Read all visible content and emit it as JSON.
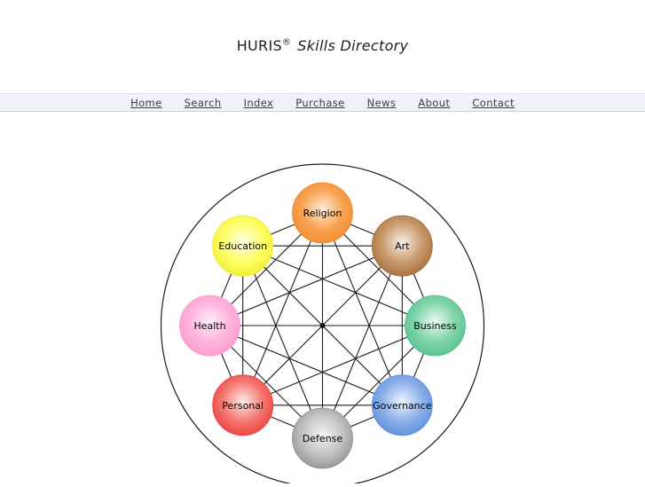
{
  "header": {
    "brand": "HURIS",
    "registered": "®",
    "subtitle": "Skills Directory"
  },
  "nav": {
    "items": [
      {
        "label": "Home"
      },
      {
        "label": "Search"
      },
      {
        "label": "Index"
      },
      {
        "label": "Purchase"
      },
      {
        "label": "News"
      },
      {
        "label": "About"
      },
      {
        "label": "Contact"
      }
    ]
  },
  "diagram": {
    "description": "Eight skill-category spheres arranged on a ring inside a large circle, every node connected to every other node",
    "fully_connected": true,
    "outer_circle_color": "#1c1c1c",
    "edge_line_color": "#1c1c1c",
    "center_dot": true,
    "label_color": "#000000",
    "nodes": [
      {
        "label": "Religion",
        "highlight": "#fdeedd",
        "base": "#f8a251",
        "edge": "#ee8b2d"
      },
      {
        "label": "Art",
        "highlight": "#f7f0e6",
        "base": "#c9996b",
        "edge": "#a06c3a"
      },
      {
        "label": "Business",
        "highlight": "#edfaf3",
        "base": "#7fd4a8",
        "edge": "#55be8d"
      },
      {
        "label": "Governance",
        "highlight": "#edf4fd",
        "base": "#8aafe9",
        "edge": "#5c8cdc"
      },
      {
        "label": "Defense",
        "highlight": "#f5f5f5",
        "base": "#c2c2c2",
        "edge": "#8e8e8e"
      },
      {
        "label": "Personal",
        "highlight": "#fcebe9",
        "base": "#f4766f",
        "edge": "#e93d3c"
      },
      {
        "label": "Health",
        "highlight": "#ffeff8",
        "base": "#ffb2dc",
        "edge": "#fb9bcd"
      },
      {
        "label": "Education",
        "highlight": "#ffffe8",
        "base": "#ffff66",
        "edge": "#ecec2e"
      }
    ]
  }
}
